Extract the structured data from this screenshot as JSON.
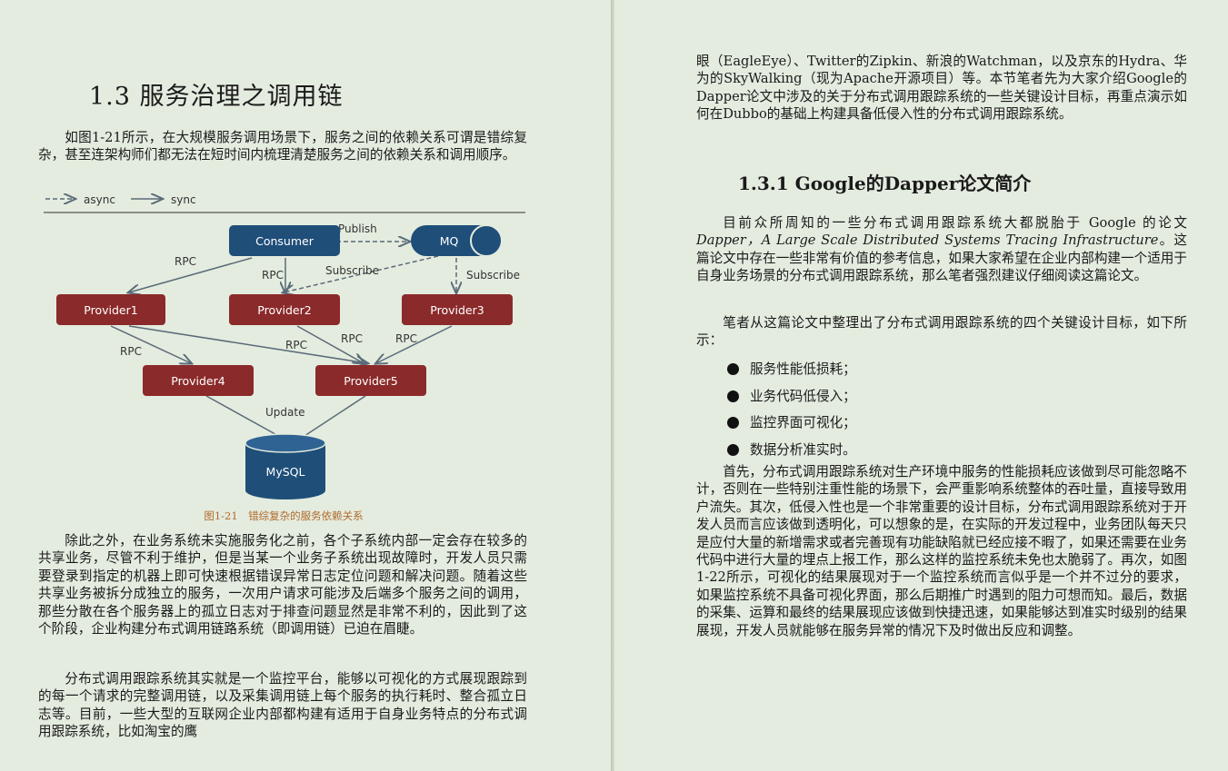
{
  "left_page": {
    "section_title": "1.3 服务治理之调用链",
    "intro_paragraph": "如图1-21所示，在大规模服务调用场景下，服务之间的依赖关系可谓是错综复杂，甚至连架构师们都无法在短时间内梳理清楚服务之间的依赖关系和调用顺序。",
    "figure": {
      "legend_async": "async",
      "legend_sync": "sync",
      "nodes": {
        "consumer": "Consumer",
        "mq": "MQ",
        "provider1": "Provider1",
        "provider2": "Provider2",
        "provider3": "Provider3",
        "provider4": "Provider4",
        "provider5": "Provider5",
        "mysql": "MySQL"
      },
      "edge_labels": {
        "publish": "Publish",
        "subscribe_left": "Subscribe",
        "subscribe_right": "Subscribe",
        "rpc_consumer_p1": "RPC",
        "rpc_consumer_p2": "RPC",
        "rpc_p1_p4": "RPC",
        "rpc_p1_p5": "RPC",
        "rpc_p2_p5": "RPC",
        "rpc_p3_p5": "RPC",
        "update": "Update"
      },
      "caption": "图1-21　错综复杂的服务依赖关系"
    },
    "paragraph_2": "除此之外，在业务系统未实施服务化之前，各个子系统内部一定会存在较多的共享业务，尽管不利于维护，但是当某一个业务子系统出现故障时，开发人员只需要登录到指定的机器上即可快速根据错误异常日志定位问题和解决问题。随着这些共享业务被拆分成独立的服务，一次用户请求可能涉及后端多个服务之间的调用，那些分散在各个服务器上的孤立日志对于排查问题显然是非常不利的，因此到了这个阶段，企业构建分布式调用链路系统（即调用链）已迫在眉睫。",
    "paragraph_3": "分布式调用跟踪系统其实就是一个监控平台，能够以可视化的方式展现跟踪到的每一个请求的完整调用链，以及采集调用链上每个服务的执行耗时、整合孤立日志等。目前，一些大型的互联网企业内部都构建有适用于自身业务特点的分布式调用跟踪系统，比如淘宝的鹰"
  },
  "right_page": {
    "paragraph_continued": "眼（EagleEye）、Twitter的Zipkin、新浪的Watchman，以及京东的Hydra、华为的SkyWalking（现为Apache开源项目）等。本节笔者先为大家介绍Google的Dapper论文中涉及的关于分布式调用跟踪系统的一些关键设计目标，再重点演示如何在Dubbo的基础上构建具备低侵入性的分布式调用跟踪系统。",
    "subsection_title": "1.3.1 Google的Dapper论文简介",
    "paragraph_dapper_a": "目前众所周知的一些分布式调用跟踪系统大都脱胎于 Google 的论文 ",
    "paper_title": "Dapper，A Large Scale Distributed Systems Tracing Infrastructure",
    "paragraph_dapper_b": "。这篇论文中存在一些非常有价值的参考信息，如果大家希望在企业内部构建一个适用于自身业务场景的分布式调用跟踪系统，那么笔者强烈建议仔细阅读这篇论文。",
    "paragraph_goals_intro": "笔者从这篇论文中整理出了分布式调用跟踪系统的四个关键设计目标，如下所示：",
    "bullets": [
      "服务性能低损耗；",
      "业务代码低侵入；",
      "监控界面可视化；",
      "数据分析准实时。"
    ],
    "paragraph_final": "首先，分布式调用跟踪系统对生产环境中服务的性能损耗应该做到尽可能忽略不计，否则在一些特别注重性能的场景下，会严重影响系统整体的吞吐量，直接导致用户流失。其次，低侵入性也是一个非常重要的设计目标，分布式调用跟踪系统对于开发人员而言应该做到透明化，可以想象的是，在实际的开发过程中，业务团队每天只是应付大量的新增需求或者完善现有功能缺陷就已经应接不暇了，如果还需要在业务代码中进行大量的埋点上报工作，那么这样的监控系统未免也太脆弱了。再次，如图1-22所示，可视化的结果展现对于一个监控系统而言似乎是一个并不过分的要求，如果监控系统不具备可视化界面，那么后期推广时遇到的阻力可想而知。最后，数据的采集、运算和最终的结果展现应该做到快捷迅速，如果能够达到准实时级别的结果展现，开发人员就能够在服务异常的情况下及时做出反应和调整。"
  },
  "colors": {
    "consumer_fill": "#1f4e79",
    "provider_fill": "#8b2a2a",
    "mysql_fill": "#1f4e79",
    "caption_color": "#b06a2a"
  }
}
